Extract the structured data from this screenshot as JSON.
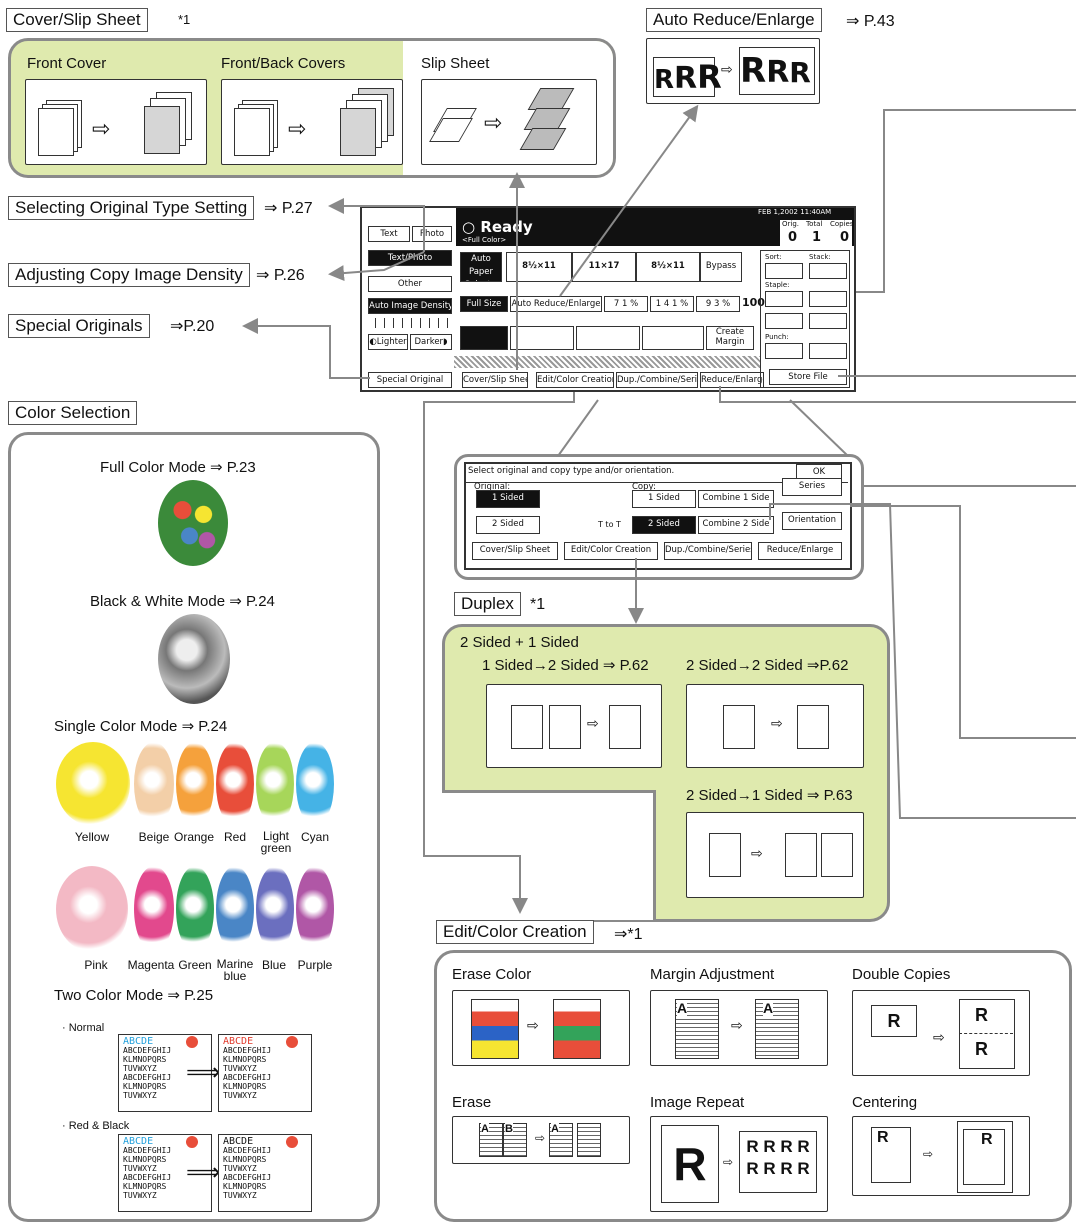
{
  "cover": {
    "heading": "Cover/Slip Sheet",
    "note": "*1",
    "front_cover": "Front Cover",
    "front_back_covers": "Front/Back Covers",
    "slip_sheet": "Slip Sheet"
  },
  "auto_reduce": {
    "heading": "Auto Reduce/Enlarge",
    "ref": "⇒ P.43"
  },
  "original_type": {
    "heading": "Selecting Original Type Setting",
    "ref": "⇒ P.27"
  },
  "density": {
    "heading": "Adjusting Copy Image Density",
    "ref": "⇒ P.26"
  },
  "special": {
    "heading": "Special Originals",
    "ref": "⇒P.20"
  },
  "color": {
    "heading": "Color Selection",
    "full": "Full Color Mode ⇒ P.23",
    "bw": "Black & White Mode ⇒ P.24",
    "single": "Single Color Mode ⇒ P.24",
    "single_colors": [
      "Yellow",
      "Beige",
      "Orange",
      "Red",
      "Light green",
      "Cyan"
    ],
    "single_hex": [
      "#f6e531",
      "#f3cfa8",
      "#f5a13c",
      "#e84e3a",
      "#a7d65a",
      "#45b3e6"
    ],
    "multi_colors": [
      "Pink",
      "Magenta",
      "Green",
      "Marine blue",
      "Blue",
      "Purple"
    ],
    "multi_hex": [
      "#f3b9c5",
      "#e2498d",
      "#33a35a",
      "#4a86c6",
      "#6b6fbf",
      "#b057a6"
    ],
    "two": "Two Color Mode ⇒ P.25",
    "normal": "· Normal",
    "red_black": "· Red & Black",
    "doc_head": "ABCDE",
    "doc_body": "ABCDEFGHIJ\nKLMNOPQRS\nTUVWXYZ\nABCDEFGHIJ\nKLMNOPQRS\nTUVWXYZ"
  },
  "panel": {
    "date": "FEB   1,2002 11:40AM",
    "ready": "Ready",
    "full_color": "<Full Color>",
    "orig": "Orig.",
    "total": "Total",
    "copies": "Copies",
    "orig_val": "0",
    "total_val": "1",
    "copies_val": "0",
    "text": "Text",
    "photo": "Photo",
    "text_photo": "Text/Photo",
    "other": "Other",
    "auto_paper": "Auto Paper Select▶",
    "paper1": "8½×11",
    "paper2": "11×17",
    "paper3": "8½×11",
    "bypass": "Bypass",
    "auto_density": "Auto Image Density",
    "lighter": "Lighter",
    "darker": "Darker",
    "full_size": "Full Size",
    "auto_reduce_key": "Auto Reduce/Enlarge",
    "r71": "7 1 %",
    "r141": "1 4 1 %",
    "r93": "9 3 %",
    "ratio": "100%",
    "create_margin": "Create Margin",
    "sort": "Sort:",
    "stack": "Stack:",
    "staple": "Staple:",
    "punch": "Punch:",
    "store_file": "Store File",
    "special_original": "Special Original",
    "tab_cover": "Cover/Slip Sheet",
    "tab_edit": "Edit/Color Creation",
    "tab_dup": "Dup./Combine/Series",
    "tab_reduce": "Reduce/Enlarge"
  },
  "dup_screen": {
    "prompt": "Select original and copy type and/or orientation.",
    "ok": "OK",
    "original": "Original:",
    "copy": "Copy:",
    "one_sided": "1 Sided",
    "two_sided": "2 Sided",
    "t_to_t": "T to T",
    "combine1": "Combine 1 Side",
    "combine2": "Combine 2 Side",
    "series": "Series",
    "orientation": "Orientation",
    "tab_cover": "Cover/Slip Sheet",
    "tab_edit": "Edit/Color Creation",
    "tab_dup": "Dup./Combine/Series",
    "tab_reduce": "Reduce/Enlarge"
  },
  "duplex": {
    "heading": "Duplex",
    "note": "*1",
    "group": "2 Sided + 1 Sided",
    "d12": "1 Sided→2 Sided ⇒ P.62",
    "d22": "2 Sided→2 Sided  ⇒P.62",
    "d21": "2 Sided→1 Sided  ⇒ P.63"
  },
  "edit": {
    "heading": "Edit/Color Creation",
    "ref": "⇒*1",
    "erase_color": "Erase Color",
    "margin": "Margin Adjustment",
    "double": "Double Copies",
    "erase": "Erase",
    "repeat": "Image Repeat",
    "centering": "Centering",
    "r": "R",
    "a": "A",
    "b": "B"
  }
}
